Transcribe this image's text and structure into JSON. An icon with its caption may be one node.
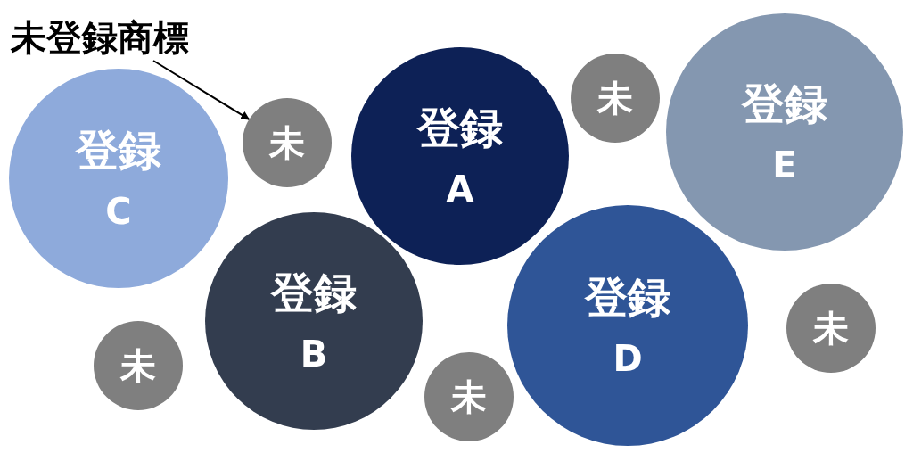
{
  "diagram": {
    "nodes": [
      {
        "text": [
          "未登録商標"
        ]
      },
      {
        "text": [
          "未"
        ]
      },
      {
        "text": [
          "登録",
          "E"
        ]
      },
      {
        "text": [
          "未"
        ]
      },
      {
        "text": [
          "登録",
          "A"
        ]
      },
      {
        "text": [
          "登録",
          "C"
        ]
      },
      {
        "text": [
          "登録",
          "B"
        ]
      },
      {
        "text": [
          "登録",
          "D"
        ]
      },
      {
        "text": [
          "未"
        ]
      },
      {
        "text": [
          "未"
        ]
      },
      {
        "text": [
          "未"
        ]
      }
    ],
    "edges": [
      {
        "from": 0,
        "to": 3,
        "arrow": "to"
      }
    ]
  }
}
